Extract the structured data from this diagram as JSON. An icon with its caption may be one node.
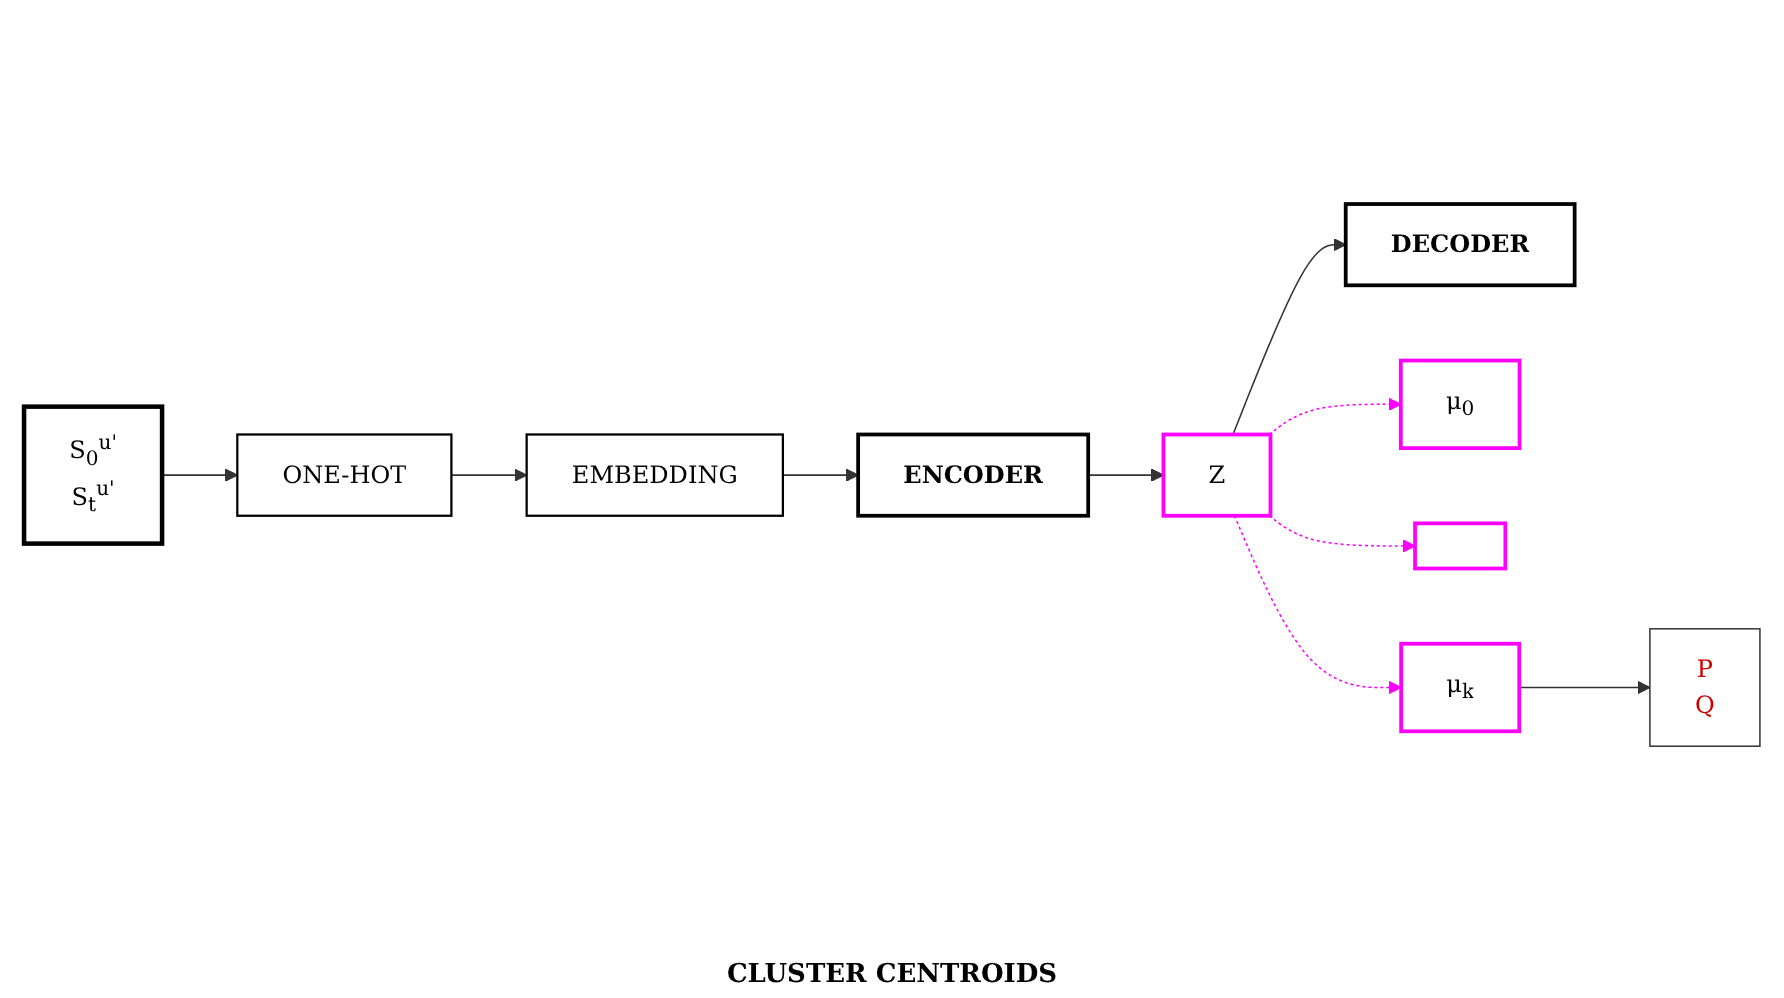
{
  "diagram": {
    "nodes": [
      {
        "text": [
          "S$_{0}$$^{u'}$",
          "S$_{t}$$^{u'}$"
        ]
      },
      {
        "text": [
          "ONE-HOT"
        ]
      },
      {
        "text": [
          "EMBEDDING"
        ]
      },
      {
        "text": [
          "ENCODER"
        ]
      },
      {
        "text": [
          "Z"
        ]
      },
      {
        "text": [
          "DECODER"
        ]
      },
      {
        "text": [
          "μ$_{0}$"
        ]
      },
      {
        "text": [],
        "shape": "bar"
      },
      {
        "text": [
          "μ$_{k}$"
        ]
      },
      {
        "text": [
          "P",
          "Q"
        ]
      }
    ],
    "edges": [
      {
        "from": 0,
        "to": 1,
        "arrow": "to"
      },
      {
        "from": 1,
        "to": 2,
        "arrow": "to"
      },
      {
        "from": 2,
        "to": 3,
        "arrow": "to"
      },
      {
        "from": 3,
        "to": 4,
        "arrow": "to"
      },
      {
        "from": 4,
        "to": 5,
        "arrow": "to"
      },
      {
        "from": 4,
        "to": 6,
        "arrow": "to",
        "style": "dashed",
        "color": "#ff00ff"
      },
      {
        "from": 4,
        "to": 7,
        "arrow": "to",
        "style": "dashed",
        "color": "#ff00ff"
      },
      {
        "from": 4,
        "to": 8,
        "arrow": "to",
        "style": "dashed",
        "color": "#ff00ff"
      },
      {
        "from": 8,
        "to": 9,
        "arrow": "to"
      }
    ],
    "labels": [
      "CLUSTER CENTROIDS"
    ]
  }
}
